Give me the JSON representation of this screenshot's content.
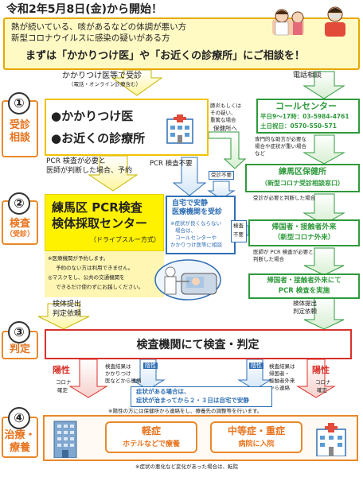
{
  "header": {
    "title": "令和2年5月8日(金)から開始！",
    "line1": "熱が続いている、咳があるなどの体調が悪い方",
    "line2": "新型コロナウイルスに感染の疑いがある方",
    "call_to_action": "まずは「かかりつけ医」や「お近くの診療所」にご相談を！"
  },
  "step1": {
    "number": "①",
    "label": "受診・相談",
    "label_line1": "受診",
    "label_line2": "相談",
    "left_caption": "かかりつけ医等で受診",
    "left_caption_sub": "（電話・オンライン診療含む）",
    "item1": "●かかりつけ医",
    "item2": "●お近くの診療所",
    "phone_caption": "電話相談",
    "transfer_note_1": "肺炎もしくは",
    "transfer_note_2": "その疑い、",
    "transfer_note_3": "重篤な場合",
    "to_health_center": "保健所へ",
    "call_center": {
      "title": "コールセンター",
      "weekday": "平日9～17時：03-5984-4761",
      "weekend": "土日祝日：0570-550-571"
    },
    "call_center_note_1": "専門的な助言が必要な",
    "call_center_note_2": "場合や症状が重い場合",
    "call_center_note_3": "など",
    "health_center": {
      "title": "練馬区保健所",
      "subtitle": "（新型コロナ受診相談窓口）"
    },
    "health_center_note": "受診が必要と判断した場合"
  },
  "step2": {
    "number": "②",
    "label_line1": "検査",
    "label_line2": "（受診）",
    "pcr_needed_1": "PCR 検査が必要と",
    "pcr_needed_2": "医師が判断した場合、予約",
    "pcr_not_needed": "PCR 検査不要",
    "consult_not_needed": "受診不要",
    "pcr_center": {
      "title_line1": "練馬区 PCR検査",
      "title_line2": "検体採取センター",
      "subtitle": "（ドライブスルー方式）"
    },
    "notes": [
      "※医療機関が予約します。",
      "予約のない方は利用できません。",
      "◎マスクをし、公共の交通機関を",
      "できるだけ使わずにお越しください。"
    ],
    "home_care": {
      "line1": "自宅で安静",
      "line2": "医療機関を受診",
      "note1": "※症状が良くならない",
      "note2": "場合は、",
      "note3": "コールセンターや",
      "note4": "かかりつけ医等に相談"
    },
    "exam_tag_1": "検査",
    "exam_tag_2": "不要",
    "returnee_outpatient": {
      "line1": "帰国者・接触者外来",
      "line2": "（新型コロナ外来）"
    },
    "returnee_note_1": "医師が PCR 検査が必要と",
    "returnee_note_2": "判断した場合",
    "returnee_test": {
      "line1": "帰国者・接触者外来にて",
      "line2": "PCR 検査を実施"
    },
    "submit_left_1": "検体提出",
    "submit_left_2": "判定依頼",
    "submit_right_1": "検体提出",
    "submit_right_2": "判定依頼"
  },
  "step3": {
    "number": "③",
    "label": "判定",
    "judgement": "検査機関にて検査・判定"
  },
  "results": {
    "positive": "陽性",
    "confirmed_1": "コロナ",
    "confirmed_2": "確定",
    "negative": "陰性",
    "contact_left_1": "検査結果は",
    "contact_left_2": "かかりつけ",
    "contact_left_3": "医などから連絡",
    "contact_right_1": "検査結果は",
    "contact_right_2": "帰国者・",
    "contact_right_3": "接触者外来",
    "contact_right_4": "から連絡",
    "negative_note_1": "症状がある場合は、",
    "negative_note_2": "症状が治まってから２・３日は自宅で安静",
    "positive_contact_note": "※陽性の方には保健所から連絡をし、療養先の調整等を行います。"
  },
  "step4": {
    "number": "④",
    "label_line1": "治療・",
    "label_line2": "療養",
    "mild_title": "軽症",
    "mild_sub": "ホテルなどで療養",
    "severe_title": "中等症・重症",
    "severe_sub": "病院に入院",
    "footer": "※症状の悪化など変化があった場合は、転院"
  },
  "colors": {
    "orange": "#e8892b",
    "green": "#2f9a3c",
    "blue": "#2f6fb5",
    "red": "#d9312a",
    "yellow": "#fff200",
    "light_yellow": "#fff6b3"
  },
  "icons": [
    "doctor-icon",
    "hospital-icon",
    "pcr-drive-through-illustration",
    "building-icon"
  ]
}
